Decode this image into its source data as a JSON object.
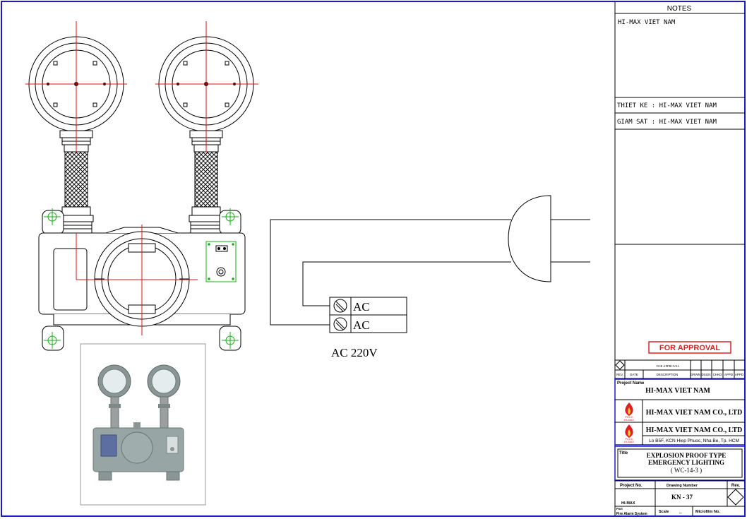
{
  "drawing": {
    "terminals": [
      {
        "label": "AC"
      },
      {
        "label": "AC"
      }
    ],
    "voltage_label": "AC 220V"
  },
  "title_block": {
    "notes_header": "NOTES",
    "notes_text": "HI-MAX VIET NAM",
    "designer": "THIET KE : HI-MAX VIET NAM",
    "supervisor": "GIAM SAT : HI-MAX VIET NAM",
    "stamp": "FOR APPROVAL",
    "stamp_color": "#e02020",
    "revision_table": {
      "top_label": "FOR APPROVAL",
      "columns": [
        "REV.",
        "DATE",
        "DESCRIPTION",
        "DRWN",
        "DSGN",
        "CHKD",
        "APPD",
        "APPD"
      ]
    },
    "project_name_label": "Project Name",
    "project_name": "HI-MAX VIET NAM",
    "company_1": "HI-MAX VIET NAM CO., LTD",
    "company_2": "HI-MAX VIET NAM CO., LTD",
    "company_address": "Lo B5F, KCN Hiep Phuoc, Nha Be, Tp. HCM",
    "logo_text": [
      "PCCC",
      "HI-MAX"
    ],
    "title_label": "Title",
    "title_line1": "EXPLOSION PROOF TYPE",
    "title_line2": "EMERGENCY LIGHTING",
    "title_line3": "( WC-14-3 )",
    "project_no_label": "Project No.",
    "project_no": "HI-MAX",
    "drawing_number_label": "Drawing Number",
    "drawing_number": "KN - 37",
    "rev_label": "Rev.",
    "part_label_1": "Part",
    "part_label_2": "Fire Alarm System",
    "scale_label": "Scale",
    "scale_value": "--",
    "microfilm_label": "Microfilm No."
  },
  "colors": {
    "border": "#1a1acc",
    "centerline": "#e01010",
    "mount": "#10b010"
  }
}
